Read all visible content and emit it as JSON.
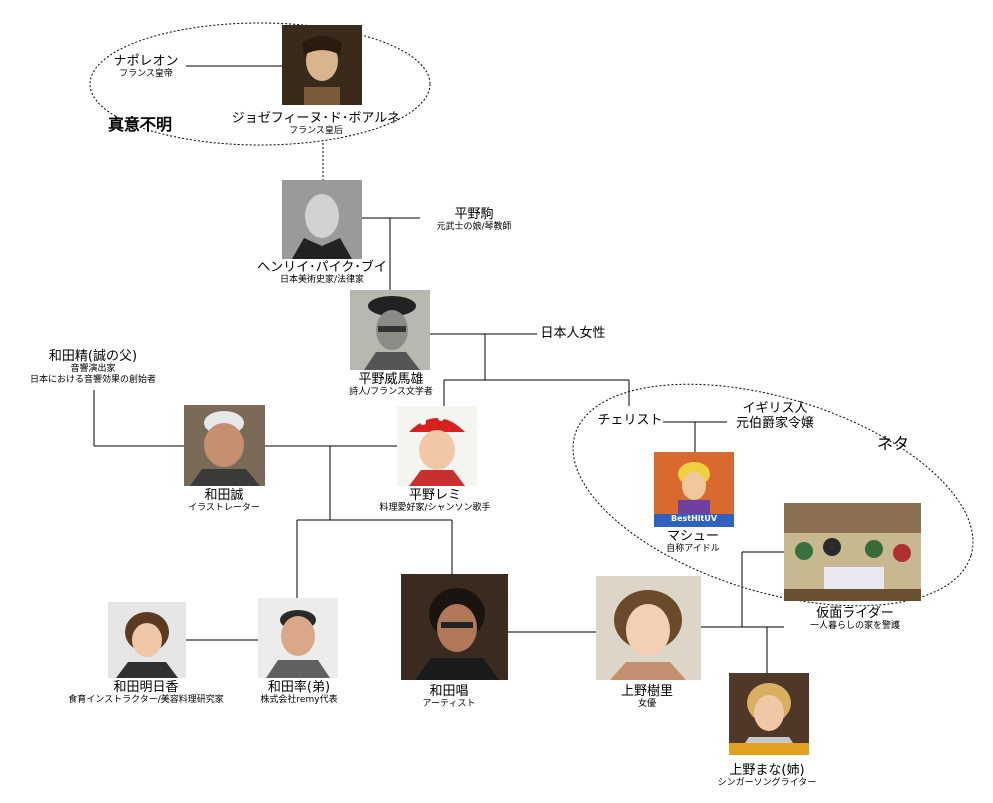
{
  "people": {
    "napoleon": {
      "name": "ナポレオン",
      "role": "フランス皇帝"
    },
    "josephine": {
      "name": "ジョゼフィーヌ･ド･ボアルネ",
      "role": "フランス皇后"
    },
    "henry": {
      "name": "ヘンリイ･パイク･ブイ",
      "role": "日本美術史家/法律家"
    },
    "koma": {
      "name": "平野駒",
      "role": "元武士の娘/琴教師"
    },
    "iwao": {
      "name": "平野威馬雄",
      "role": "詩人/フランス文学者"
    },
    "jpwoman": {
      "name": "日本人女性"
    },
    "sei": {
      "name": "和田精(誠の父)",
      "role": "音響演出家",
      "role2": "日本における音響効果の創始者"
    },
    "makoto": {
      "name": "和田誠",
      "role": "イラストレーター"
    },
    "remi": {
      "name": "平野レミ",
      "role": "料理愛好家/シャンソン歌手"
    },
    "cellist": {
      "name": "チェリスト"
    },
    "english": {
      "name": "イギリス人",
      "role": "元伯爵家令嬢"
    },
    "masyu": {
      "name": "マシュー",
      "role": "自称アイドル"
    },
    "kamen": {
      "name": "仮面ライダー",
      "role": "一人暮らしの家を警護"
    },
    "asuka": {
      "name": "和田明日香",
      "role": "食育インストラクター/美容料理研究家"
    },
    "ritsu": {
      "name": "和田率(弟)",
      "role": "株式会社remy代表"
    },
    "sho": {
      "name": "和田唱",
      "role": "アーティスト"
    },
    "juri": {
      "name": "上野樹里",
      "role": "女優"
    },
    "mana": {
      "name": "上野まな(姉)",
      "role": "シンガーソングライター"
    }
  },
  "notes": {
    "unknown": "真意不明",
    "neta": "ネタ"
  },
  "photo_labels": {
    "masyu_caption": "BestHitUV"
  }
}
